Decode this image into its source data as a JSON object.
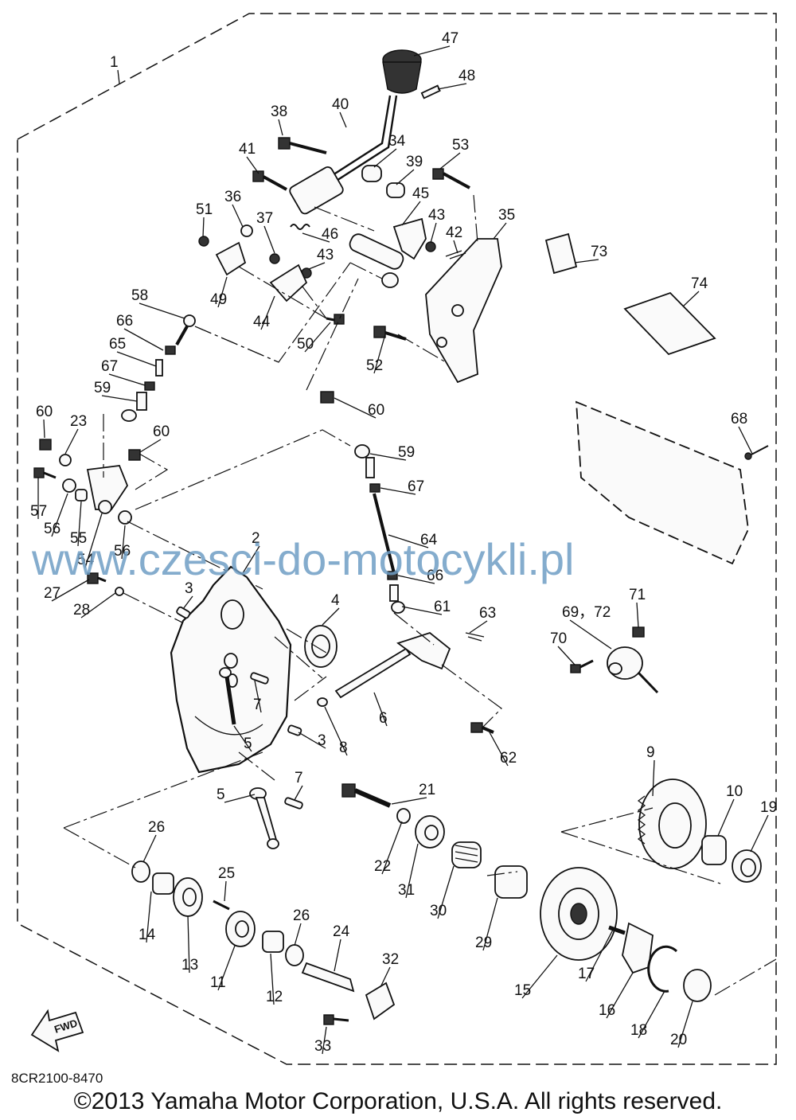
{
  "diagram": {
    "drawing_code": "8CR2100-8470",
    "watermark": "www.czesci-do-motocykli.pl",
    "copyright": "©2013 Yamaha Motor Corporation, U.S.A. All rights reserved.",
    "fwd_label": "FWD",
    "labels": [
      {
        "text": "1"
      },
      {
        "text": "47"
      },
      {
        "text": "48"
      },
      {
        "text": "40"
      },
      {
        "text": "38"
      },
      {
        "text": "34"
      },
      {
        "text": "39"
      },
      {
        "text": "53"
      },
      {
        "text": "41"
      },
      {
        "text": "36"
      },
      {
        "text": "51"
      },
      {
        "text": "37"
      },
      {
        "text": "46"
      },
      {
        "text": "45"
      },
      {
        "text": "43"
      },
      {
        "text": "42"
      },
      {
        "text": "35"
      },
      {
        "text": "43"
      },
      {
        "text": "49"
      },
      {
        "text": "44"
      },
      {
        "text": "73"
      },
      {
        "text": "74"
      },
      {
        "text": "58"
      },
      {
        "text": "66"
      },
      {
        "text": "65"
      },
      {
        "text": "67"
      },
      {
        "text": "50"
      },
      {
        "text": "52"
      },
      {
        "text": "59"
      },
      {
        "text": "60"
      },
      {
        "text": "60"
      },
      {
        "text": "23"
      },
      {
        "text": "60"
      },
      {
        "text": "59"
      },
      {
        "text": "68"
      },
      {
        "text": "57"
      },
      {
        "text": "67"
      },
      {
        "text": "56"
      },
      {
        "text": "55"
      },
      {
        "text": "2"
      },
      {
        "text": "64"
      },
      {
        "text": "54"
      },
      {
        "text": "56"
      },
      {
        "text": "66"
      },
      {
        "text": "27"
      },
      {
        "text": "3"
      },
      {
        "text": "4"
      },
      {
        "text": "71"
      },
      {
        "text": "28"
      },
      {
        "text": "61"
      },
      {
        "text": "63"
      },
      {
        "text": "69，72"
      },
      {
        "text": "70"
      },
      {
        "text": "7"
      },
      {
        "text": "6"
      },
      {
        "text": "8"
      },
      {
        "text": "5"
      },
      {
        "text": "3"
      },
      {
        "text": "62"
      },
      {
        "text": "9"
      },
      {
        "text": "7"
      },
      {
        "text": "5"
      },
      {
        "text": "21"
      },
      {
        "text": "10"
      },
      {
        "text": "19"
      },
      {
        "text": "26"
      },
      {
        "text": "22"
      },
      {
        "text": "31"
      },
      {
        "text": "25"
      },
      {
        "text": "30"
      },
      {
        "text": "14"
      },
      {
        "text": "29"
      },
      {
        "text": "26"
      },
      {
        "text": "13"
      },
      {
        "text": "24"
      },
      {
        "text": "17"
      },
      {
        "text": "11"
      },
      {
        "text": "12"
      },
      {
        "text": "32"
      },
      {
        "text": "15"
      },
      {
        "text": "16"
      },
      {
        "text": "18"
      },
      {
        "text": "20"
      },
      {
        "text": "33"
      }
    ]
  }
}
